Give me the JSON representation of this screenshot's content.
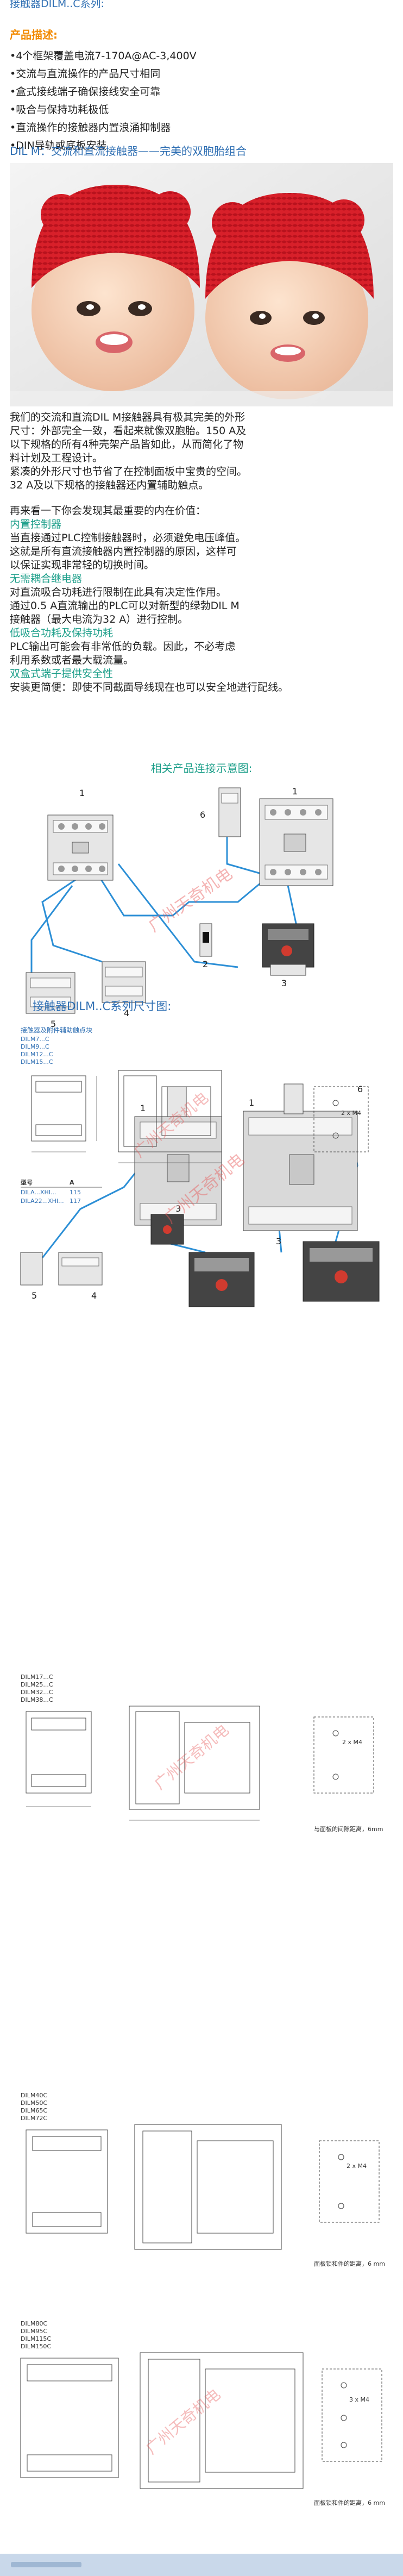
{
  "header": {
    "title": "接触器DILM..C系列:"
  },
  "description": {
    "heading": "产品描述:",
    "items": [
      "•4个框架覆盖电流7-170A@AC-3,400V",
      "•交流与直流操作的产品尺寸相同",
      "•盒式接线端子确保接线安全可靠",
      "•吸合与保持功耗极低",
      "•直流操作的接触器内置浪涌抑制器",
      "•DIN导轨或底板安装"
    ]
  },
  "banner": "DIL M：交流和直流接触器——完美的双胞胎组合",
  "body": {
    "p1": [
      "我们的交流和直流DIL M接触器具有极其完美的外形",
      "尺寸：外部完全一致，看起来就像双胞胎。150 A及",
      "以下规格的所有4种壳架产品皆如此，从而简化了物",
      "料计划及工程设计。",
      "紧凑的外形尺寸也节省了在控制面板中宝贵的空间。",
      "32 A及以下规格的接触器还内置辅助触点。"
    ],
    "p2": "再来看一下你会发现其最重要的内在价值：",
    "s1_title": "内置控制器",
    "s1": [
      "当直接通过PLC控制接触器时，必须避免电压峰值。",
      "这就是所有直流接触器内置控制器的原因，这样可",
      "以保证实现非常轻的切换时间。"
    ],
    "s2_title": "无需耦合继电器",
    "s2": [
      "对直流吸合功耗进行限制在此具有决定性作用。",
      "通过0.5 A直流输出的PLC可以对新型的绿勃DIL M",
      "接触器（最大电流为32 A）进行控制。"
    ],
    "s3_title": "低吸合功耗及保持功耗",
    "s3": [
      "PLC输出可能会有非常低的负载。因此，不必考虑",
      "利用系数或者最大载流量。"
    ],
    "s4_title": "双盒式端子提供安全性",
    "s4": [
      "安装更简便：即使不同截面导线现在也可以安全地进行配线。"
    ]
  },
  "accessories_title": "相关产品连接示意图:",
  "callouts_a": [
    "1",
    "6",
    "1",
    "2",
    "3",
    "5",
    "4"
  ],
  "callouts_b": [
    "1",
    "1",
    "6",
    "3",
    "3",
    "5",
    "4"
  ],
  "watermark": "广州天奇机电",
  "dimensions_title": "接触器DILM..C系列尺寸图:",
  "dim1": {
    "models_title": "接触器及附件辅助触点块",
    "models": [
      "DILM7...C",
      "DILM9...C",
      "DILM12...C",
      "DILM15...C"
    ],
    "table_head": [
      "型号",
      "A"
    ],
    "table_rows": [
      [
        "DILA...XHI...",
        "115"
      ],
      [
        "DILA22...XHI...",
        "117"
      ]
    ],
    "note": "2 x M4"
  },
  "dim2": {
    "models": [
      "DILM17...C",
      "DILM25...C",
      "DILM32...C",
      "DILM38...C"
    ],
    "note": "2 x M4",
    "caption": "与面板的间隙距离，6mm"
  },
  "dim3": {
    "models": [
      "DILM40C",
      "DILM50C",
      "DILM65C",
      "DILM72C"
    ],
    "note": "2 x M4",
    "caption": "面板锁和件的距离，6 mm"
  },
  "dim4": {
    "models": [
      "DILM80C",
      "DILM95C",
      "DILM115C",
      "DILM150C"
    ],
    "note": "3 x M4",
    "caption": "面板锁和件的距离，6 mm"
  }
}
